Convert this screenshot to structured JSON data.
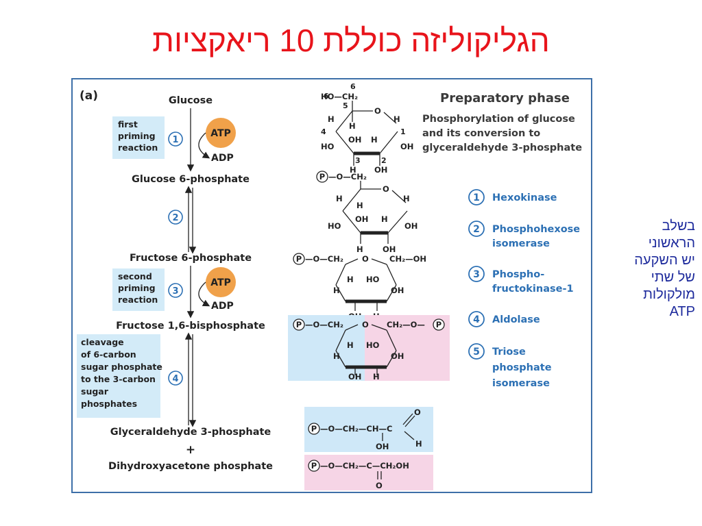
{
  "slide": {
    "title": "הגליקוליזה כוללת 10 ריאקציות",
    "side_note_lines": [
      "בשלב",
      "הראשוני",
      "יש השקעה",
      "של שתי",
      "מולקולות",
      "ATP"
    ]
  },
  "figure": {
    "panel_label": "(a)",
    "phase_title": "Preparatory phase",
    "phase_description_lines": [
      "Phosphorylation of glucose",
      "and its conversion to",
      "glyceraldehyde 3-phosphate"
    ],
    "compounds": [
      "Glucose",
      "Glucose 6-phosphate",
      "Fructose 6-phosphate",
      "Fructose 1,6-bisphosphate",
      "Glyceraldehyde 3-phosphate",
      "+",
      "Dihydroxyacetone phosphate"
    ],
    "notes": [
      {
        "lines": [
          "first",
          "priming",
          "reaction"
        ]
      },
      {
        "lines": [
          "second",
          "priming",
          "reaction"
        ]
      },
      {
        "lines": [
          "cleavage",
          "of 6-carbon",
          "sugar phosphate",
          "to the 3-carbon",
          "sugar",
          "phosphates"
        ]
      }
    ],
    "step_numbers": [
      "1",
      "2",
      "3",
      "4",
      "5"
    ],
    "atp_label": "ATP",
    "adp_label": "ADP",
    "enzymes": [
      {
        "num": "1",
        "lines": [
          "Hexokinase"
        ]
      },
      {
        "num": "2",
        "lines": [
          "Phosphohexose",
          "isomerase"
        ]
      },
      {
        "num": "3",
        "lines": [
          "Phospho-",
          "fructokinase-1"
        ]
      },
      {
        "num": "4",
        "lines": [
          "Aldolase"
        ]
      },
      {
        "num": "5",
        "lines": [
          "Triose",
          "phosphate",
          "isomerase"
        ]
      }
    ],
    "colors": {
      "atp_circle": "#f0a14a",
      "note_box": "#d3ebf8",
      "blue_half": "#cfe8f8",
      "pink_half": "#f6d5e6",
      "enzyme_text": "#2c70b4",
      "title_red": "#e8141b"
    },
    "structures": {
      "glucose": {
        "top_group": "HO—CH₂",
        "ring_o": "O",
        "c_numbers": [
          "6",
          "5",
          "4",
          "3",
          "2",
          "1"
        ],
        "substituents": [
          "H",
          "H",
          "H",
          "HO",
          "OH",
          "H",
          "OH",
          "H",
          "OH"
        ]
      },
      "g6p": {
        "phosphate": "P",
        "top_group": "—O—CH₂",
        "ring_o": "O",
        "substituents": [
          "H",
          "H",
          "H",
          "HO",
          "OH",
          "H",
          "OH",
          "H",
          "OH"
        ]
      },
      "f6p": {
        "phosphate": "P",
        "left_group": "—O—CH₂",
        "right_group": "CH₂—OH",
        "ring_o": "O",
        "substituents": [
          "H",
          "HO",
          "H",
          "OH",
          "OH",
          "H"
        ]
      },
      "f16bp": {
        "phosphate": "P",
        "left_group": "—O—CH₂",
        "right_group": "CH₂—O—",
        "ring_o": "O",
        "substituents": [
          "H",
          "HO",
          "H",
          "OH",
          "OH",
          "H"
        ]
      },
      "gap": {
        "phosphate": "P",
        "chain": "—O—CH₂—CH—C",
        "o": "O",
        "h": "H",
        "oh": "OH"
      },
      "dhap": {
        "phosphate": "P",
        "chain": "—O—CH₂—C—CH₂OH",
        "o": "O"
      }
    }
  }
}
